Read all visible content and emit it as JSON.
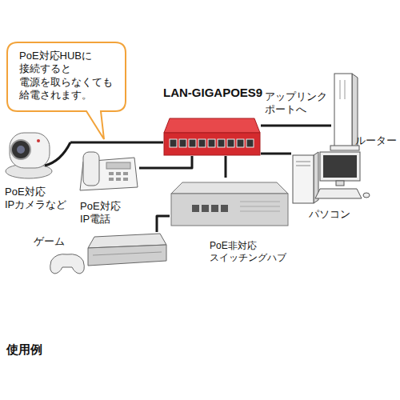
{
  "diagram": {
    "caption": "使用例",
    "nodes": [
      {
        "text": [
          "PoE対応HUBに 接続すると 電源を取らなくても 給電されます。"
        ]
      },
      {
        "text": [
          "LAN-GIGAPOES9"
        ]
      },
      {
        "text": [
          "ルーター"
        ]
      },
      {
        "text": [
          "PoE対応 IPカメラなど"
        ]
      },
      {
        "text": [
          "PoE対応 IP電話"
        ]
      },
      {
        "text": [
          "パソコン"
        ]
      },
      {
        "text": [
          "PoE非対応 スイッチングハブ"
        ]
      },
      {
        "text": [
          "ゲーム"
        ]
      }
    ],
    "edges": [
      {
        "from": 1,
        "to": 3,
        "arrow": "none"
      },
      {
        "from": 1,
        "to": 4,
        "arrow": "none"
      },
      {
        "from": 1,
        "to": 2,
        "arrow": "none",
        "label": "アップリンク ポートへ"
      },
      {
        "from": 1,
        "to": 5,
        "arrow": "none"
      },
      {
        "from": 1,
        "to": 6,
        "arrow": "none"
      },
      {
        "from": 6,
        "to": 7,
        "arrow": "none"
      }
    ]
  }
}
